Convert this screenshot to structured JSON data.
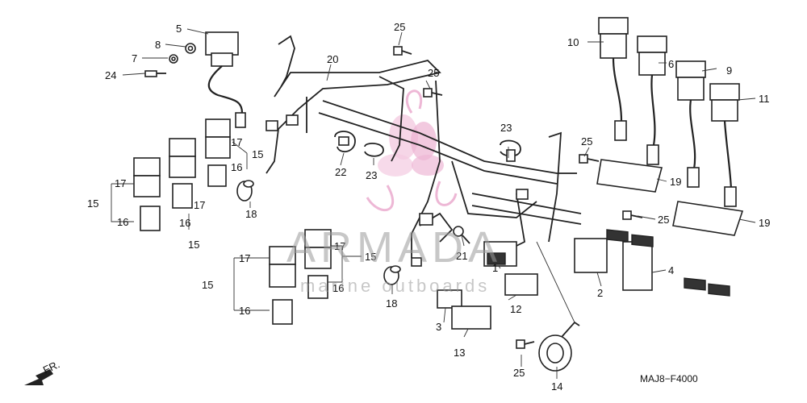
{
  "diagram": {
    "code": "MAJ8−F4000",
    "front_marker": "FR.",
    "labels": {
      "p1": "1",
      "p2": "2",
      "p3": "3",
      "p4": "4",
      "p5": "5",
      "p6": "6",
      "p7": "7",
      "p8": "8",
      "p9": "9",
      "p10": "10",
      "p11": "11",
      "p12": "12",
      "p13": "13",
      "p14": "14",
      "p15a": "15",
      "p15b": "15",
      "p15c": "15",
      "p15d": "15",
      "p15e": "15",
      "p16a": "16",
      "p16b": "16",
      "p16c": "16",
      "p16d": "16",
      "p16e": "16",
      "p17a": "17",
      "p17b": "17",
      "p17c": "17",
      "p17d": "17",
      "p17e": "17",
      "p18a": "18",
      "p18b": "18",
      "p19a": "19",
      "p19b": "19",
      "p20": "20",
      "p21": "21",
      "p22": "22",
      "p23a": "23",
      "p23b": "23",
      "p24": "24",
      "p25a": "25",
      "p25b": "25",
      "p25c": "25",
      "p25d": "25",
      "p25e": "25"
    }
  },
  "watermark": {
    "brand": "ARMADA",
    "tagline": "marine outboards",
    "flower_color": "#e8a0c8"
  }
}
